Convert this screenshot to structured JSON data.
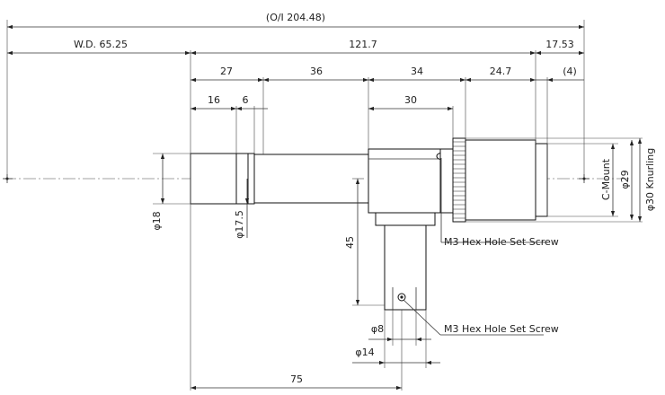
{
  "drawing": {
    "overall_length_label": "(O/I 204.48)",
    "working_distance_label": "W.D. 65.25",
    "body_length_label": "121.7",
    "mount_offset_label": "17.53",
    "dims": {
      "d27": "27",
      "d36": "36",
      "d34": "34",
      "d24_7": "24.7",
      "d4": "(4)",
      "d16": "16",
      "d6": "6",
      "d30": "30",
      "d45": "45",
      "d75": "75"
    },
    "diameters": {
      "phi18": "φ18",
      "phi17_5": "φ17.5",
      "phi8": "φ8",
      "phi14": "φ14",
      "phi29": "φ29",
      "phi30_knurling": "φ30 Knurling",
      "c_mount": "C-Mount"
    },
    "callouts": {
      "set_screw_upper": "M3 Hex Hole Set Screw",
      "set_screw_lower": "M3 Hex Hole Set Screw"
    }
  }
}
